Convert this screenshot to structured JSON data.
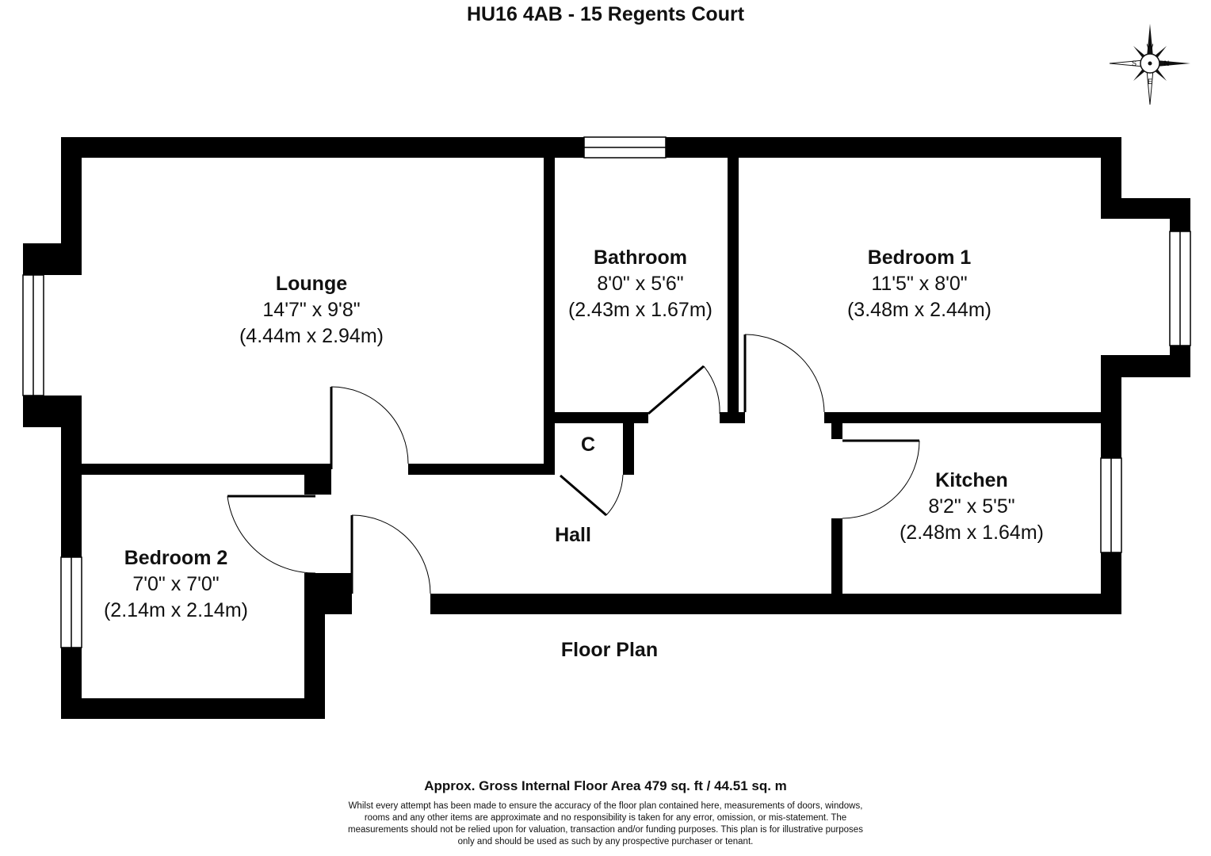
{
  "title": "HU16 4AB - 15 Regents Court",
  "compass": {
    "n": "N",
    "e": "E",
    "s": "S",
    "w": "W"
  },
  "rooms": {
    "lounge": {
      "name": "Lounge",
      "imperial": "14'7\" x 9'8\"",
      "metric": "(4.44m x 2.94m)"
    },
    "bathroom": {
      "name": "Bathroom",
      "imperial": "8'0\" x 5'6\"",
      "metric": "(2.43m x 1.67m)"
    },
    "bedroom1": {
      "name": "Bedroom 1",
      "imperial": "11'5\" x 8'0\"",
      "metric": "(3.48m x 2.44m)"
    },
    "kitchen": {
      "name": "Kitchen",
      "imperial": "8'2\" x 5'5\"",
      "metric": "(2.48m x 1.64m)"
    },
    "bedroom2": {
      "name": "Bedroom 2",
      "imperial": "7'0\" x 7'0\"",
      "metric": "(2.14m x 2.14m)"
    },
    "hall": {
      "name": "Hall"
    },
    "cupboard": {
      "name": "C"
    }
  },
  "floor_label": "Floor Plan",
  "area": "Approx. Gross Internal Floor Area 479 sq. ft / 44.51 sq. m",
  "disclaimer": [
    "Whilst every attempt has been made to ensure the accuracy of the floor plan contained here, measurements of doors, windows,",
    "rooms and any other items are approximate and no responsibility is taken for any error, omission, or mis-statement. The",
    "measurements should not be relied upon for valuation, transaction and/or funding purposes. This plan is for illustrative purposes",
    "only and should be used as such by any prospective purchaser or tenant."
  ]
}
